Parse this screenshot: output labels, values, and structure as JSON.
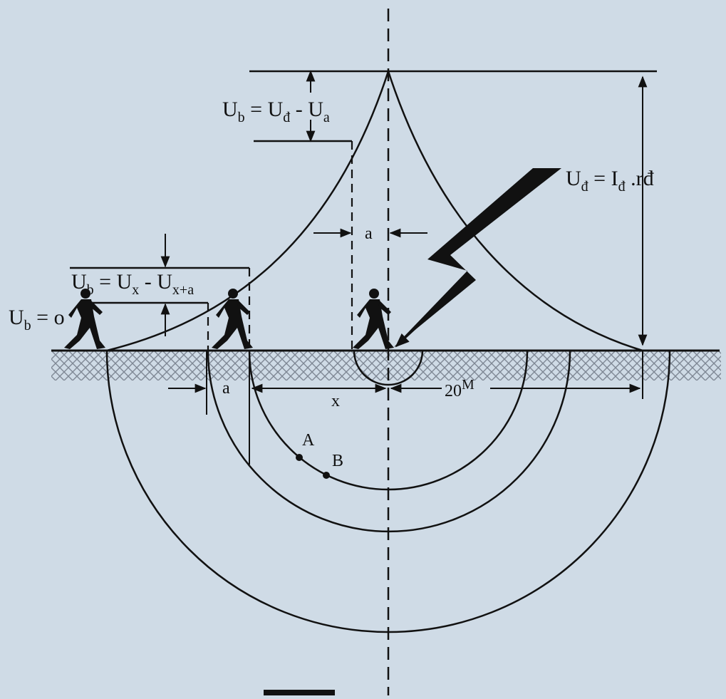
{
  "diagram": {
    "labels": {
      "step_top": {
        "U": "U",
        "b": "b",
        "eq": " = U",
        "d": "đ",
        "minus": " - U",
        "a": "a"
      },
      "step_mid": {
        "U": "U",
        "b": "b",
        "eq": " = U",
        "x": "x",
        "minus": " - U",
        "xa": "x+a"
      },
      "step_zero": {
        "U": "U",
        "b": "b",
        "rest": " = o"
      },
      "electrode": {
        "U": "U",
        "d": "đ",
        "eq": " = I",
        "d2": "đ",
        "r": " .rđ"
      },
      "a_top": "a",
      "a_bottom": "a",
      "x": "x",
      "dist": "20",
      "dist_unit": "M",
      "point_a": "A",
      "point_b": "B"
    },
    "colors": {
      "background": "#cfdbe6",
      "ink": "#111111",
      "ground_hatch": "#7e8794"
    }
  }
}
